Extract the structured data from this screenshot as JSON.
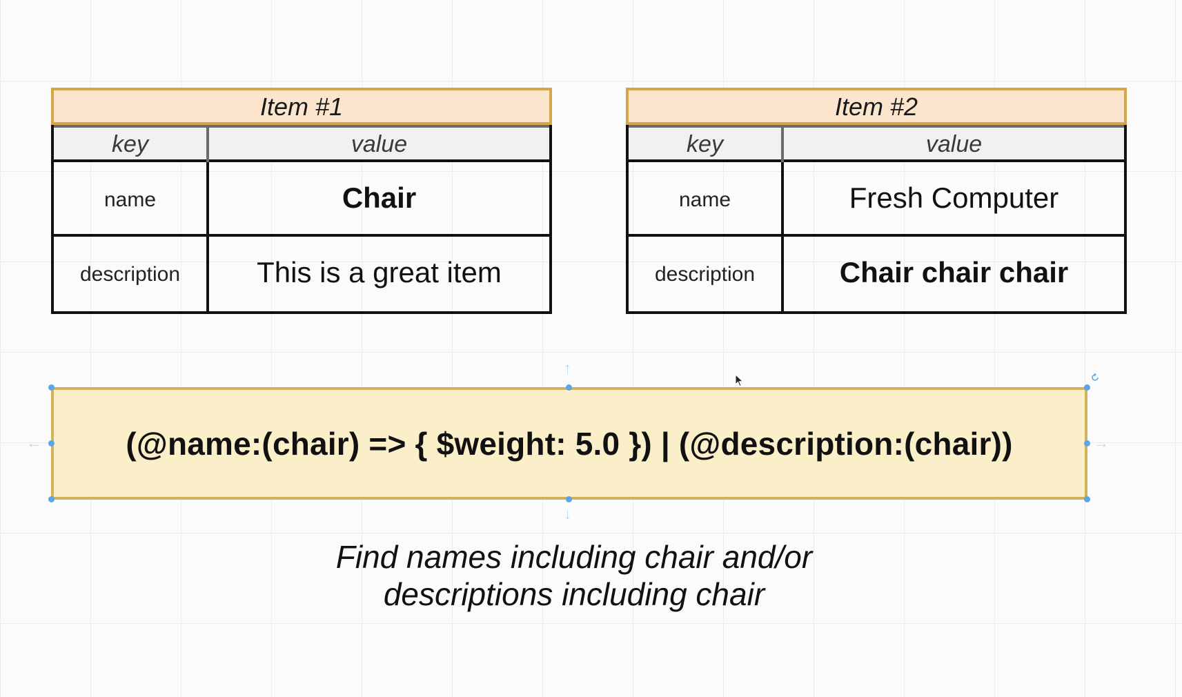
{
  "items": [
    {
      "title": "Item #1",
      "headers": {
        "key": "key",
        "value": "value"
      },
      "rows": [
        {
          "key": "name",
          "value": "Chair",
          "highlight": true
        },
        {
          "key": "description",
          "value": "This is a great item",
          "highlight": false
        }
      ]
    },
    {
      "title": "Item #2",
      "headers": {
        "key": "key",
        "value": "value"
      },
      "rows": [
        {
          "key": "name",
          "value": "Fresh Computer",
          "highlight": false
        },
        {
          "key": "description",
          "value": "Chair chair chair",
          "highlight": true
        }
      ]
    }
  ],
  "query": {
    "text": "(@name:(chair) => { $weight: 5.0 }) | (@description:(chair))"
  },
  "caption": {
    "line1": "Find names including chair and/or",
    "line2": "descriptions including chair"
  },
  "icons": {
    "rotate": "rotate-handle-icon",
    "cursor": "mouse-pointer-icon"
  },
  "colors": {
    "title_fill": "#fbe6cd",
    "title_border": "#d4a64a",
    "query_fill": "#fbefca",
    "query_border": "#d3b05c",
    "selection_handle": "#5aa7e6"
  }
}
